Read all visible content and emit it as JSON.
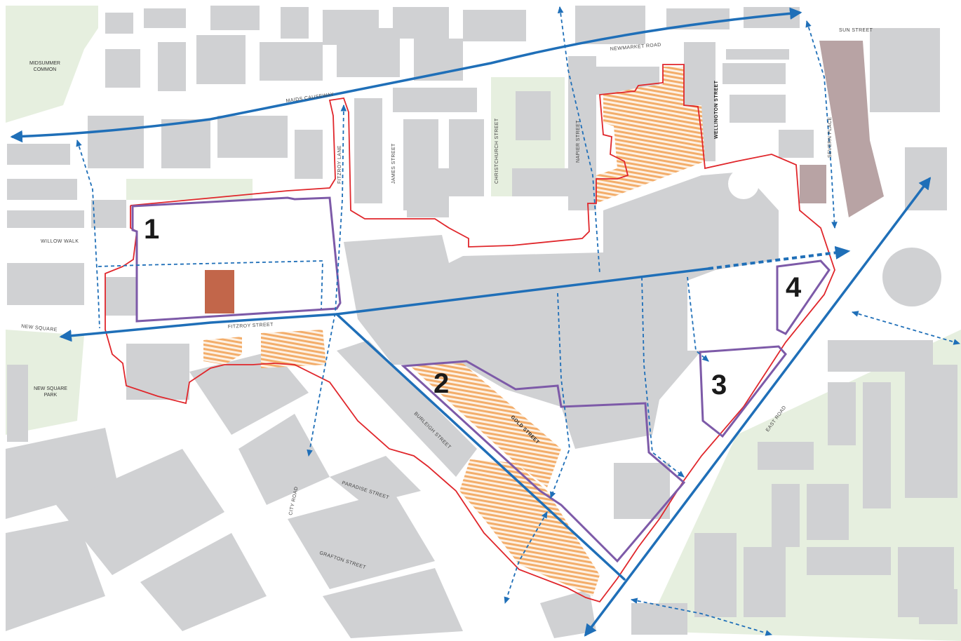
{
  "map": {
    "colors": {
      "background": "#ffffff",
      "building": "#d0d1d3",
      "park": "#e6efdf",
      "boundary": "#e0262b",
      "site_outline": "#7d5aa8",
      "movement": "#1f6fb8",
      "hatch": "#f3ad6a",
      "highlight_building": "#c2664a",
      "listed_building": "#b8a3a4"
    },
    "areas": {
      "midsummer_line1": "MIDSUMMER",
      "midsummer_line2": "COMMON",
      "new_square_park_line1": "NEW SQUARE",
      "new_square_park_line2": "PARK"
    },
    "streets": {
      "maids_causeway": "MAIDS CAUSEWAY",
      "newmarket_road": "NEWMARKET ROAD",
      "sun_street": "SUN STREET",
      "willow_walk": "WILLOW WALK",
      "new_square": "NEW SQUARE",
      "fitzroy_street": "FITZROY STREET",
      "fitzroy_lane": "FITZROY LANE",
      "james_street": "JAMES STREET",
      "christchurch_street": "CHRISTCHURCH STREET",
      "napier_street": "NAPIER STREET",
      "wellington_street": "WELLINGTON STREET",
      "severn_place": "SEVERN PLACE",
      "east_road": "EAST ROAD",
      "burleigh_street": "BURLEIGH STREET",
      "gold_street": "GOLD STREET",
      "city_road": "CITY ROAD",
      "paradise_street": "PARADISE STREET",
      "grafton_street": "GRAFTON STREET"
    },
    "sites": [
      "1",
      "2",
      "3",
      "4"
    ]
  }
}
